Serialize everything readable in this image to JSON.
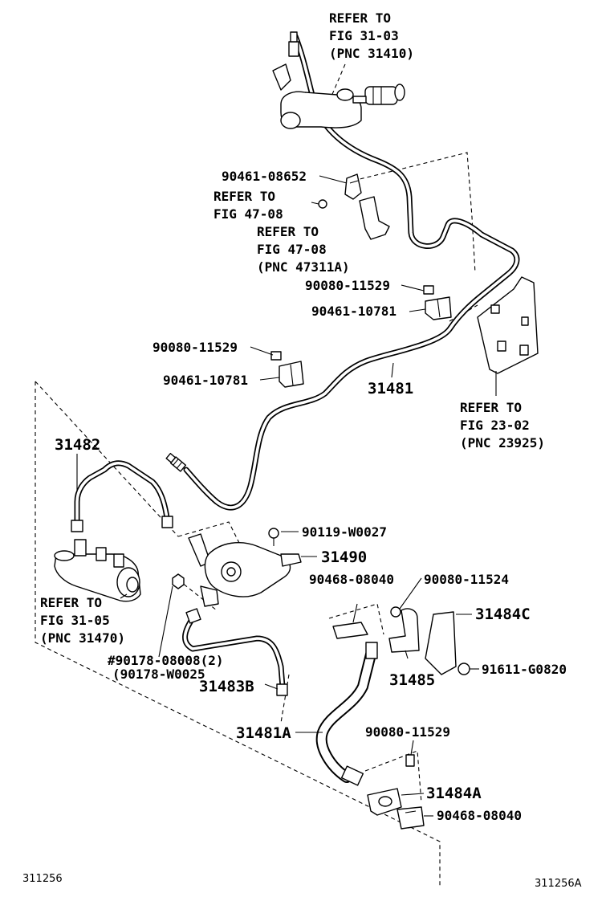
{
  "diagram": {
    "references": [
      {
        "id": "ref-31-03",
        "lines": [
          "REFER TO",
          "FIG 31-03",
          "(PNC 31410)"
        ]
      },
      {
        "id": "ref-47-08-a",
        "lines": [
          "REFER TO",
          "FIG 47-08"
        ]
      },
      {
        "id": "ref-47-08-b",
        "lines": [
          "REFER TO",
          "FIG 47-08",
          "(PNC 47311A)"
        ]
      },
      {
        "id": "ref-23-02",
        "lines": [
          "REFER TO",
          "FIG 23-02",
          "(PNC 23925)"
        ]
      },
      {
        "id": "ref-31-05",
        "lines": [
          "REFER TO",
          "FIG 31-05",
          "(PNC 31470)"
        ]
      }
    ],
    "part_labels": [
      {
        "id": "p-90461-08652",
        "text": "90461-08652"
      },
      {
        "id": "p-90080-11529-a",
        "text": "90080-11529"
      },
      {
        "id": "p-90461-10781-a",
        "text": "90461-10781"
      },
      {
        "id": "p-90080-11529-b",
        "text": "90080-11529"
      },
      {
        "id": "p-90461-10781-b",
        "text": "90461-10781"
      },
      {
        "id": "p-31481",
        "text": "31481"
      },
      {
        "id": "p-31482",
        "text": "31482"
      },
      {
        "id": "p-90119-W0027",
        "text": "90119-W0027"
      },
      {
        "id": "p-31490",
        "text": "31490"
      },
      {
        "id": "p-90468-08040-a",
        "text": "90468-08040"
      },
      {
        "id": "p-90080-11524",
        "text": "90080-11524"
      },
      {
        "id": "p-31484C",
        "text": "31484C"
      },
      {
        "id": "p-90178-08008",
        "text": "#90178-08008(2)"
      },
      {
        "id": "p-90178-W0025",
        "text": "(90178-W0025"
      },
      {
        "id": "p-31483B",
        "text": "31483B"
      },
      {
        "id": "p-31485",
        "text": "31485"
      },
      {
        "id": "p-91611-G0820",
        "text": "91611-G0820"
      },
      {
        "id": "p-31481A",
        "text": "31481A"
      },
      {
        "id": "p-90080-11529-c",
        "text": "90080-11529"
      },
      {
        "id": "p-31484A",
        "text": "31484A"
      },
      {
        "id": "p-90468-08040-b",
        "text": "90468-08040"
      }
    ],
    "footer": {
      "left_code": "311256",
      "right_code": "311256A"
    }
  }
}
